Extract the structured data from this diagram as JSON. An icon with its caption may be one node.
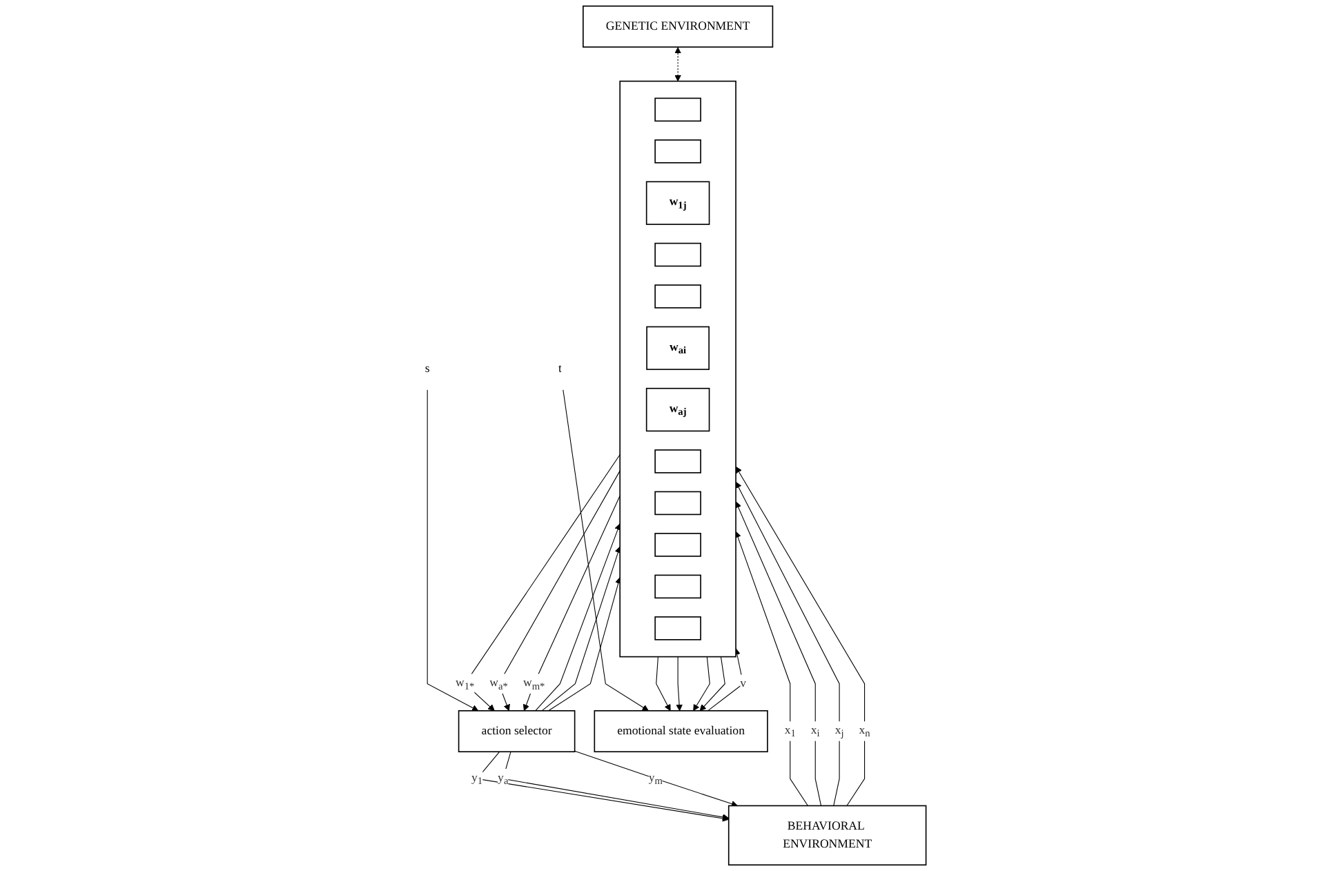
{
  "diagram": {
    "nodes": [
      {
        "text": [
          "BEHAVIORAL ENVIRONMENT"
        ]
      },
      {
        "text": [],
        "shape": "box"
      },
      {
        "text": [],
        "shape": "box",
        "in": 1
      },
      {
        "text": [],
        "shape": "box",
        "in": 1
      },
      {
        "text": [
          "w$_{1j}$"
        ],
        "in": 1
      },
      {
        "text": [],
        "shape": "box",
        "in": 1
      },
      {
        "text": [],
        "shape": "box",
        "in": 1
      },
      {
        "text": [
          "w$_{ai}$"
        ],
        "in": 1
      },
      {
        "text": [
          "w$_{aj}$"
        ],
        "in": 1
      },
      {
        "text": [],
        "shape": "box",
        "in": 1
      },
      {
        "text": [],
        "shape": "box",
        "in": 1
      },
      {
        "text": [],
        "shape": "box",
        "in": 1
      },
      {
        "text": [],
        "shape": "box",
        "in": 1
      },
      {
        "text": [],
        "shape": "box",
        "in": 1
      },
      {
        "text": [
          "action selector"
        ]
      },
      {
        "text": [
          "emotional state evaluation"
        ]
      },
      {
        "text": [
          "GENETIC ENVIRONMENT"
        ]
      },
      {
        "text": [
          "s"
        ]
      },
      {
        "text": [
          "t"
        ]
      }
    ],
    "edges": [
      {
        "from": 0,
        "to": 1,
        "arrow": "to",
        "label": "x$_{1}$"
      },
      {
        "from": 0,
        "to": 1,
        "arrow": "to",
        "label": "x$_{i}$"
      },
      {
        "from": 0,
        "to": 1,
        "arrow": "to",
        "label": "x$_{j}$"
      },
      {
        "from": 0,
        "to": 1,
        "arrow": "to",
        "label": "x$_{n}$"
      },
      {
        "from": 1,
        "to": 14,
        "arrow": "to",
        "label": "w$_{1*}$"
      },
      {
        "from": 1,
        "to": 14,
        "arrow": "to",
        "label": "w$_{a*}$"
      },
      {
        "from": 1,
        "to": 14,
        "arrow": "to",
        "label": "w$_{m*}$"
      },
      {
        "from": 14,
        "to": 0,
        "arrow": "to",
        "label": "y$_{1}$"
      },
      {
        "from": 14,
        "to": 1,
        "arrow": "to"
      },
      {
        "from": 14,
        "to": 0,
        "arrow": "to",
        "label": "y$_{a}$"
      },
      {
        "from": 14,
        "to": 1,
        "arrow": "to"
      },
      {
        "from": 14,
        "to": 0,
        "arrow": "to",
        "label": "y$_{m}$"
      },
      {
        "from": 14,
        "to": 1,
        "arrow": "to"
      },
      {
        "from": 1,
        "to": 15,
        "arrow": "to"
      },
      {
        "from": 1,
        "to": 15,
        "arrow": "to"
      },
      {
        "from": 1,
        "to": 15,
        "arrow": "to"
      },
      {
        "from": 1,
        "to": 15,
        "arrow": "to"
      },
      {
        "from": 15,
        "to": 1,
        "arrow": "to",
        "label": "v"
      },
      {
        "from": 16,
        "to": 1,
        "arrow": "both",
        "style": "dashed"
      },
      {
        "from": 17,
        "to": 14,
        "arrow": "to"
      },
      {
        "from": 18,
        "to": 15,
        "arrow": "to"
      }
    ]
  }
}
